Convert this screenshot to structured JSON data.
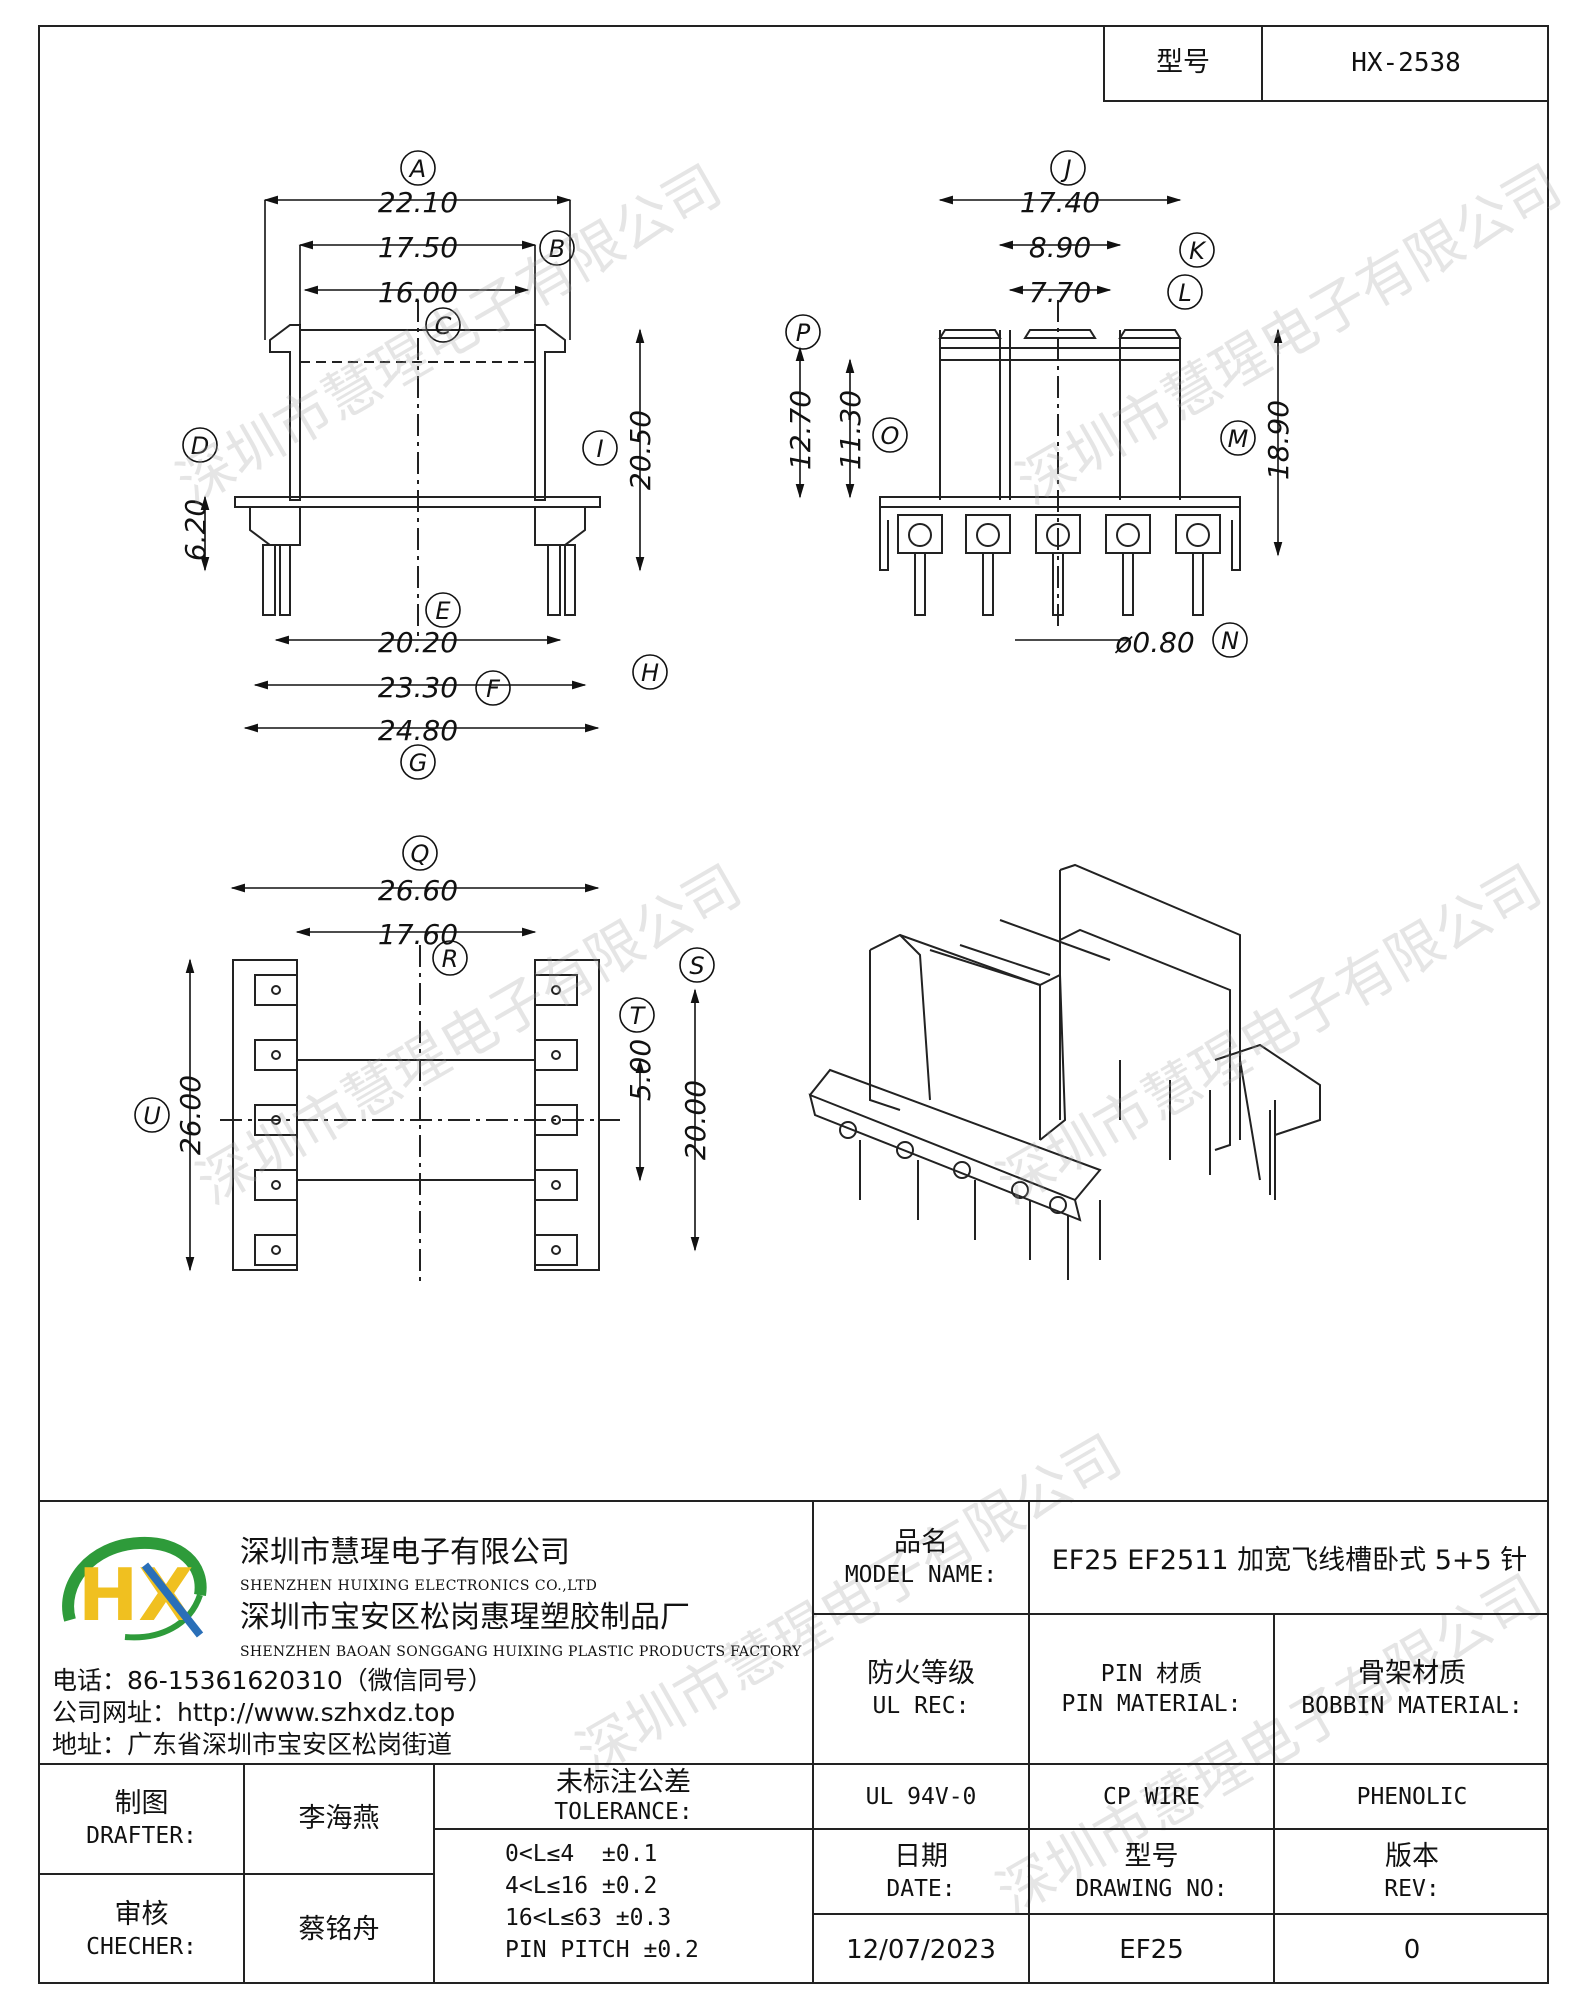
{
  "header": {
    "model_label": "型号",
    "model_value": "HX-2538"
  },
  "drawing": {
    "dims": {
      "A": "22.10",
      "B": "17.50",
      "C": "16.00",
      "D": "6.20",
      "E": "20.20",
      "F": "23.30",
      "G": "24.80",
      "H": "",
      "I": "20.50",
      "J": "17.40",
      "K": "8.90",
      "L": "7.70",
      "M": "18.90",
      "N": "ø0.80",
      "O": "11.30",
      "P": "12.70",
      "Q": "26.60",
      "R": "17.60",
      "T": "5.00",
      "S": "20.00",
      "U": "26.00"
    },
    "letters": [
      "A",
      "B",
      "C",
      "D",
      "E",
      "F",
      "G",
      "H",
      "I",
      "J",
      "K",
      "L",
      "M",
      "N",
      "O",
      "P",
      "Q",
      "R",
      "S",
      "T",
      "U"
    ]
  },
  "watermark": "深圳市慧瑆电子有限公司",
  "company": {
    "logo_text": "HX",
    "name_cn": "深圳市慧瑆电子有限公司",
    "name_en": "SHENZHEN HUIXING ELECTRONICS CO.,LTD",
    "factory_cn": "深圳市宝安区松岗惠瑆塑胶制品厂",
    "factory_en": "SHENZHEN BAOAN SONGGANG HUIXING PLASTIC PRODUCTS FACTORY",
    "phone": "电话：86-15361620310（微信同号）",
    "website": "公司网址：http://www.szhxdz.top",
    "address": "地址：广东省深圳市宝安区松岗街道"
  },
  "table": {
    "model_name_cn": "品名",
    "model_name_en": "MODEL NAME:",
    "model_name_value": "EF25 EF2511 加宽飞线槽卧式 5+5 针",
    "ul_cn": "防火等级",
    "ul_en": "UL REC:",
    "ul_value": "UL 94V-0",
    "pin_cn": "PIN 材质",
    "pin_en": "PIN MATERIAL:",
    "pin_value": "CP WIRE",
    "bobbin_cn": "骨架材质",
    "bobbin_en": "BOBBIN MATERIAL:",
    "bobbin_value": "PHENOLIC",
    "drafter_cn": "制图",
    "drafter_en": "DRAFTER:",
    "drafter_value": "李海燕",
    "checker_cn": "审核",
    "checker_en": "CHECHER:",
    "checker_value": "蔡铭舟",
    "tolerance_cn": "未标注公差",
    "tolerance_en": "TOLERANCE:",
    "tolerance_rows": [
      "0<L≤4  ±0.1",
      "4<L≤16 ±0.2",
      "16<L≤63 ±0.3",
      "PIN PITCH ±0.2"
    ],
    "date_cn": "日期",
    "date_en": "DATE:",
    "date_value": "12/07/2023",
    "drawing_no_cn": "型号",
    "drawing_no_en": "DRAWING NO:",
    "drawing_no_value": "EF25",
    "rev_cn": "版本",
    "rev_en": "REV:",
    "rev_value": "0"
  },
  "colors": {
    "logo_green": "#2e9b3a",
    "logo_yellow": "#f0c020",
    "logo_blue": "#2a6fb8"
  }
}
